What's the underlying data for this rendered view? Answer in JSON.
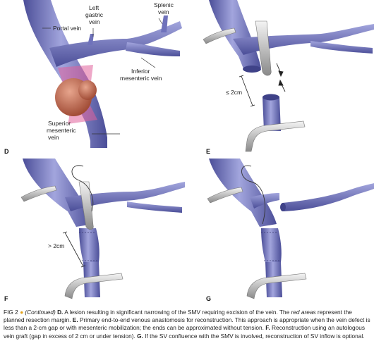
{
  "panels": {
    "d": {
      "label": "D",
      "labels": {
        "portal_vein": "Portal vein",
        "left_gastric_1": "Left",
        "left_gastric_2": "gastric",
        "left_gastric_3": "vein",
        "splenic_1": "Splenic",
        "splenic_2": "vein",
        "inferior_1": "Inferior",
        "inferior_2": "mesenteric vein",
        "superior_1": "Superior",
        "superior_2": "mesenteric",
        "superior_3": "vein"
      }
    },
    "e": {
      "label": "E",
      "gap_text": "≤ 2cm"
    },
    "f": {
      "label": "F",
      "gap_text": "> 2cm"
    },
    "g": {
      "label": "G"
    }
  },
  "caption": {
    "fig": "FIG 2",
    "bullet": "●",
    "continued": "(Continued)",
    "d_label": "D.",
    "d_text_1": "A lesion resulting in significant narrowing of the SMV requiring excision of the vein. The",
    "d_italic": "red areas",
    "d_text_2": "represent the planned resection margin.",
    "e_label": "E.",
    "e_text": "Primary end-to-end venous anastomosis for reconstruction. This approach is appropriate when the vein defect is less than a 2-cm gap or with mesenteric mobilization; the ends can be approximated without tension.",
    "f_label": "F.",
    "f_text": "Reconstruction using an autologous vein graft (gap in excess of 2 cm or under tension).",
    "g_label": "G.",
    "g_text": "If the SV confluence with the SMV is involved, reconstruction of SV inflow is optional."
  },
  "colors": {
    "vein": "#6f72bb",
    "vein_dark": "#4b4e98",
    "vein_light": "#a2a5dd",
    "resection": "#e0609a",
    "tumor": "#b5563f",
    "clamp": "#9a9a9a",
    "bullet": "#e3a21a"
  }
}
